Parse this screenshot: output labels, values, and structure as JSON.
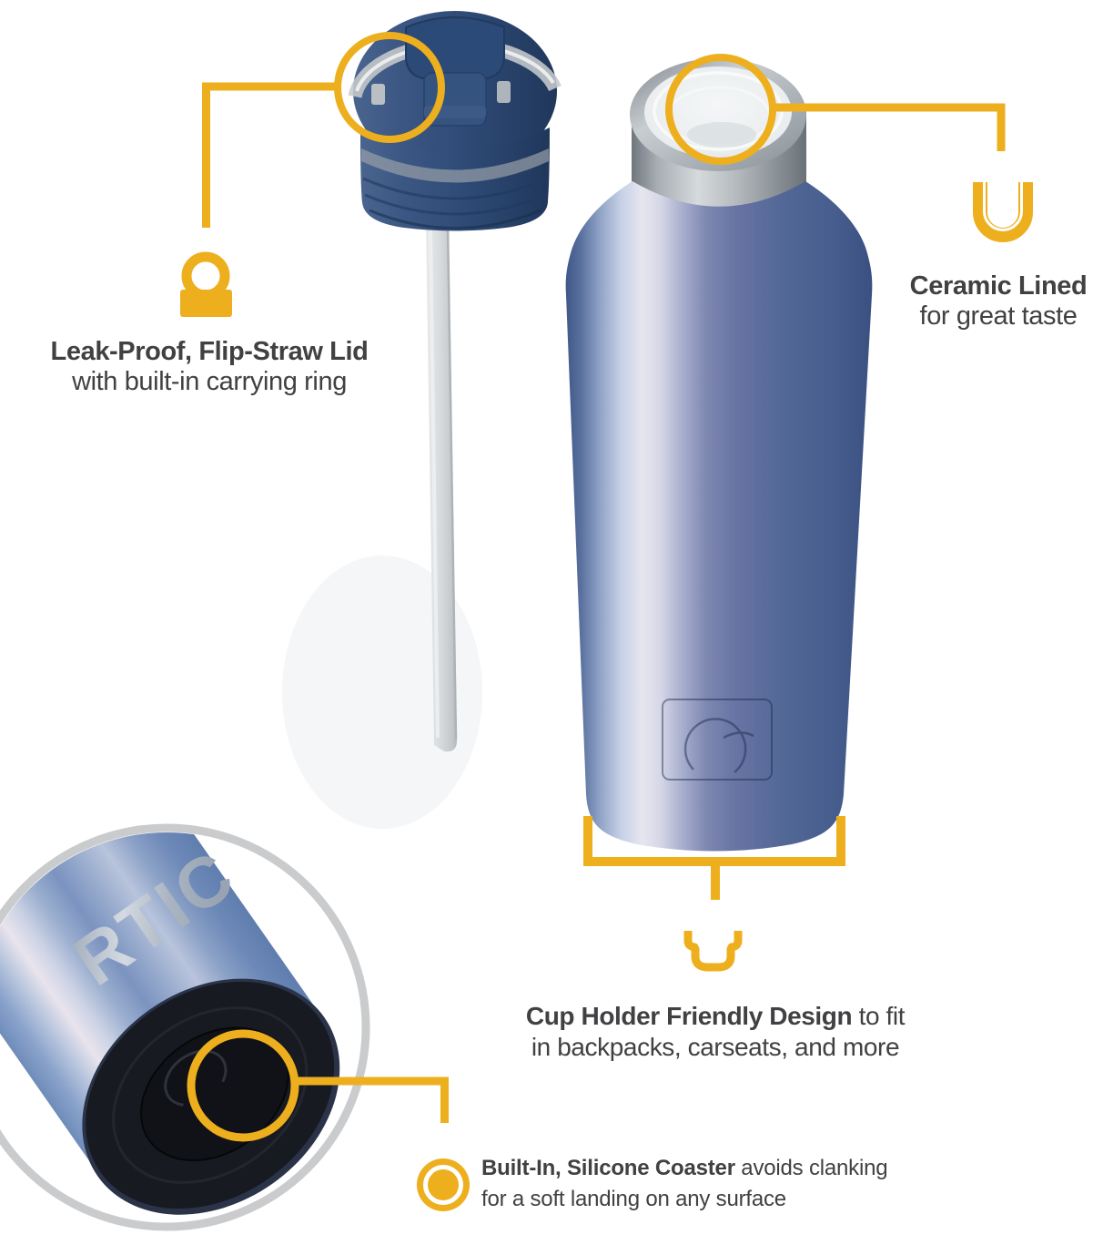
{
  "branding": {
    "logo_text": "RTIC"
  },
  "callouts": {
    "lid": {
      "title": "Leak-Proof, Flip-Straw Lid",
      "subtitle": "with built-in carrying ring"
    },
    "ceramic": {
      "title": "Ceramic Lined",
      "subtitle": "for great taste"
    },
    "cup_holder": {
      "title_bold": "Cup Holder Friendly Design",
      "title_tail": " to fit",
      "line2": "in backpacks, carseats, and more"
    },
    "coaster": {
      "title_bold": "Built-In, Silicone Coaster",
      "title_tail": " avoids clanking",
      "line2": "for a soft landing on any surface"
    }
  },
  "icons": {
    "lock": "lock-icon",
    "ceramic_liner": "u-liner-icon",
    "cup_holder": "cup-holder-icon",
    "coaster": "coaster-dot-icon"
  },
  "colors": {
    "accent_yellow": "#EEAF1E",
    "text_dark": "#414042",
    "lid_navy": "#2E4B78",
    "bottle_blue": "#5F74A5",
    "bottle_highlight": "#E6E6EF",
    "stainless": "#B5BABE",
    "ceramic_white": "#ECEFF1",
    "straw_gray": "#D6D9DB",
    "inset_ring_gray": "#C9CBCD",
    "bottom_black": "#171A21",
    "logo_silver": "#B9C4D2"
  }
}
